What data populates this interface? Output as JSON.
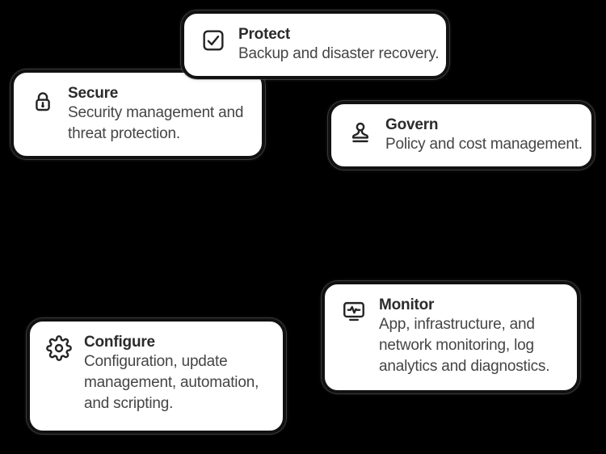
{
  "page": {
    "background": "#000000"
  },
  "colors": {
    "page_background": "#000000",
    "card_bg": "#ffffff",
    "card_border": "#111111",
    "title_text": "#2b2b2b",
    "description_text": "#454545",
    "icon_stroke": "#242424"
  },
  "cards": [
    {
      "title": "Protect",
      "description": "Backup and disaster recovery.",
      "icon": "checkbox-checked-icon"
    },
    {
      "title": "Secure",
      "description": "Security management and threat protection.",
      "icon": "lock-icon"
    },
    {
      "title": "Govern",
      "description": "Policy and cost management.",
      "icon": "stamp-icon"
    },
    {
      "title": "Monitor",
      "description": "App, infrastructure, and network monitoring, log analytics and diagnostics.",
      "icon": "monitor-pulse-icon"
    },
    {
      "title": "Configure",
      "description": "Configuration, update management, automation, and scripting.",
      "icon": "gear-icon"
    }
  ]
}
